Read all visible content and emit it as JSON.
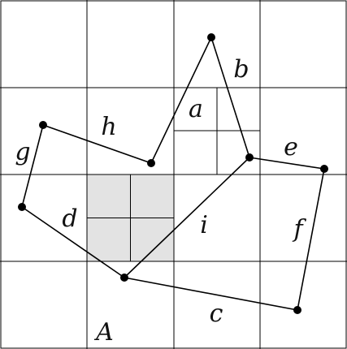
{
  "figure": {
    "labels": {
      "a": "a",
      "b": "b",
      "c": "c",
      "d": "d",
      "e": "e",
      "f": "f",
      "g": "g",
      "h": "h",
      "i": "i",
      "A": "A"
    },
    "colors": {
      "line": "#000000",
      "shaded_square": "#e3e3e3",
      "background": "#ffffff"
    }
  }
}
